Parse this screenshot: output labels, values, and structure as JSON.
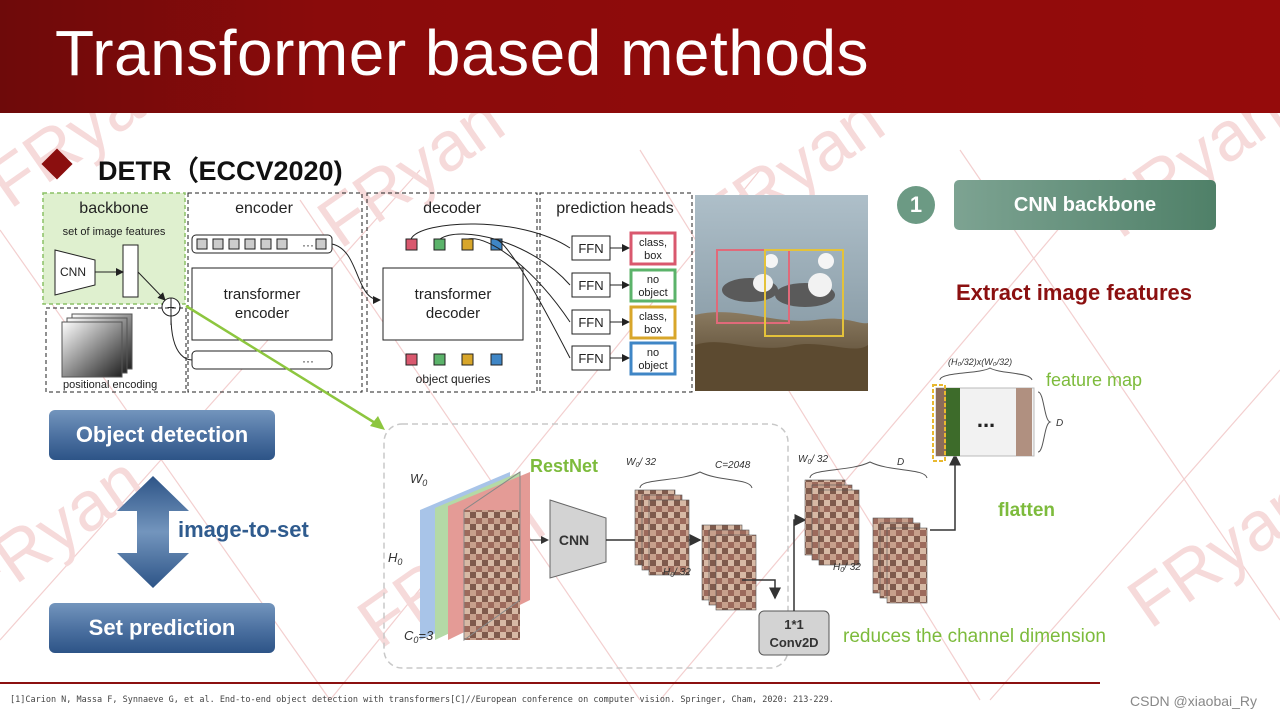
{
  "header": {
    "title": "Transformer based methods"
  },
  "section": {
    "heading": "DETR（ECCV2020)"
  },
  "left_panel": {
    "object_detection": "Object detection",
    "image_to_set": "image-to-set",
    "set_prediction": "Set prediction"
  },
  "detr_figure": {
    "backbone": "backbone",
    "set_of_image_features": "set of image features",
    "cnn": "CNN",
    "positional_encoding": "positional encoding",
    "encoder": "encoder",
    "transformer_encoder_1": "transformer",
    "transformer_encoder_2": "encoder",
    "decoder": "decoder",
    "transformer_decoder_1": "transformer",
    "transformer_decoder_2": "decoder",
    "object_queries": "object queries",
    "prediction_heads": "prediction heads",
    "ffn": "FFN",
    "heads": [
      {
        "line1": "class,",
        "line2": "box",
        "color": "#d9586e"
      },
      {
        "line1": "no",
        "line2": "object",
        "color": "#5bb36a"
      },
      {
        "line1": "class,",
        "line2": "box",
        "color": "#d8a62a"
      },
      {
        "line1": "no",
        "line2": "object",
        "color": "#3f86c6"
      }
    ],
    "query_colors": [
      "#d9586e",
      "#5bb36a",
      "#d8a62a",
      "#3f86c6"
    ]
  },
  "step": {
    "number": "1",
    "label": "CNN  backbone",
    "description": "Extract image features"
  },
  "backbone_figure": {
    "restnet": "RestNet",
    "w0": "W",
    "h0": "H",
    "c0": "C",
    "sub0": "0",
    "c0_value": "=3",
    "cnn": "CNN",
    "w_div": "/ 32",
    "h_div": "/ 32",
    "c2048": "C=2048",
    "d": "D",
    "conv_line1": "1*1",
    "conv_line2": "Conv2D",
    "feature_dims": "(H₀/32)x(W₀/32)",
    "feature_map": "feature map",
    "ellipsis": "...",
    "flatten": "flatten",
    "reduces": "reduces the channel dimension",
    "map_colors": [
      "#8a6b5a",
      "#3d6b2a",
      "#f2f2f2",
      "#b09080"
    ]
  },
  "footer": {
    "reference": "[1]Carion N, Massa F, Synnaeve G, et al. End-to-end object detection with transformers[C]//European conference on computer vision. Springer, Cham, 2020: 213-229.",
    "credit": "CSDN @xiaobai_Ry"
  },
  "watermark": {
    "text": "FRyan"
  },
  "colors": {
    "header": "#950b0b",
    "accent_green": "#7dbb3c",
    "dark_red": "#8b1010",
    "blue": "#2f5b8e"
  }
}
